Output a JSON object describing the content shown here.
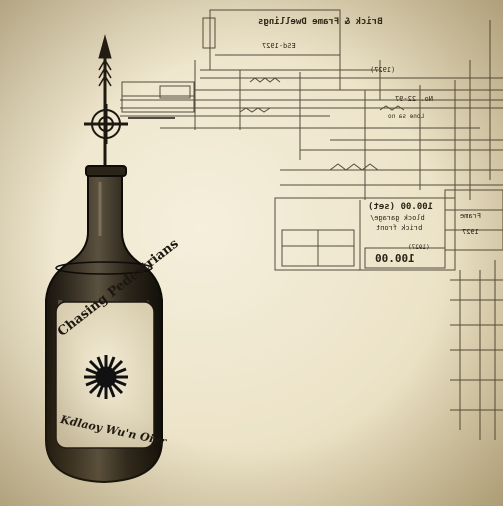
{
  "bottle_label": {
    "top_text": "Chasing Pedestrians",
    "bottom_text": "Kdlaoy Wu'n Oier"
  },
  "plan": {
    "brick_frame_dwellings": "Brick & Frame Dwellings",
    "year_top": "ESd-1927",
    "note_top": "(1927)",
    "price_block": "100.00 (set)",
    "block_garage": "block garage/",
    "brick_front": "brick front",
    "year_block": "(1927)",
    "price_low": "100.00",
    "frame_label": "Frame",
    "cap_year": "1927",
    "no_label": "No. 22-97",
    "lone_label": "Lone sa no"
  },
  "colors": {
    "paper": "#efe7cf",
    "ink": "#1c1710",
    "glass": "#2a2419"
  }
}
